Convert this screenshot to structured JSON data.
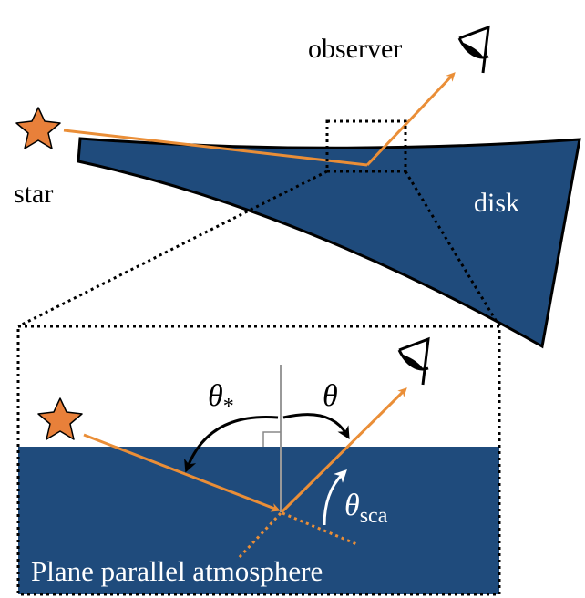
{
  "labels": {
    "observer": "observer",
    "star": "star",
    "disk": "disk",
    "theta_star": "θ",
    "theta_star_sub": "*",
    "theta": "θ",
    "theta_sca": "θ",
    "theta_sca_sub": "sca",
    "atmosphere": "Plane parallel atmosphere"
  },
  "colors": {
    "disk_fill": "#1f4b7c",
    "ray": "#ea8e37",
    "star_fill": "#e8803a",
    "ink": "#000000",
    "text_on_blue": "#ffffff",
    "normal_line": "#999999"
  },
  "icons": {
    "star": "star-icon",
    "eye": "eye-icon"
  }
}
